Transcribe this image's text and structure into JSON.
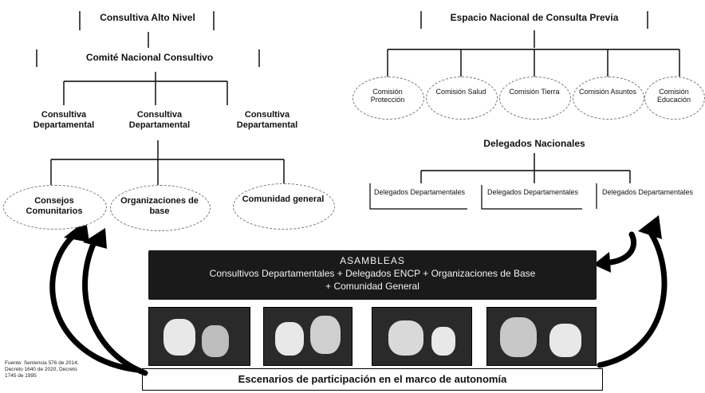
{
  "left_tree": {
    "top": "Consultiva Alto Nivel",
    "second": "Comité Nacional Consultivo",
    "departmental": [
      "Consultiva Departamental",
      "Consultiva Departamental",
      "Consultiva Departamental"
    ],
    "bottom": [
      "Consejos Comunitarios",
      "Organizaciones de base",
      "Comunidad general"
    ]
  },
  "right_tree": {
    "top": "Espacio Nacional de Consulta Previa",
    "commissions": [
      "Comisión Protección",
      "Comisión Salud",
      "Comisión Tierra",
      "Comisión Asuntos",
      "Comisión Educación"
    ],
    "delegates_title": "Delegados Nacionales",
    "delegates": [
      "Delegados Departamentales",
      "Delegados Departamentales",
      "Delegados Departamentales"
    ]
  },
  "assembly": {
    "title": "ASAMBLEAS",
    "line1": "Consultivos Departamentales + Delegados ENCP + Organizaciones de Base",
    "line2": "+ Comunidad General"
  },
  "photos": [
    "photo-1",
    "photo-2",
    "photo-3",
    "photo-4"
  ],
  "footer": "Escenarios de participación en el marco de autonomía",
  "source": "Fuente: Sentencia 576 de 2014, Decreto 1640 de 2020, Decreto 1745 de 1995"
}
